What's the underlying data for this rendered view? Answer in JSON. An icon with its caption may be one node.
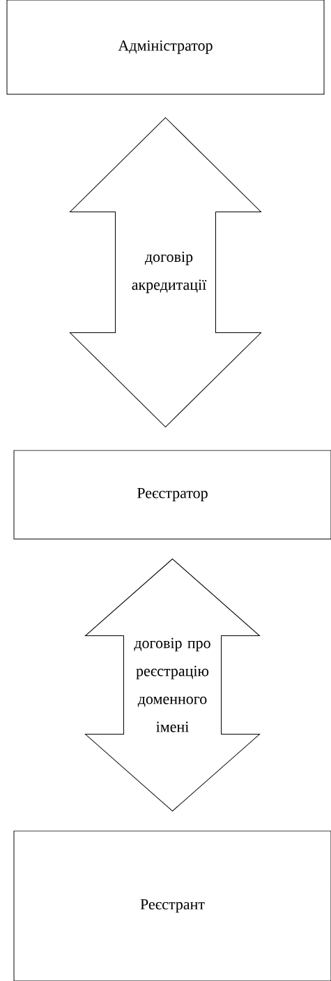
{
  "diagram": {
    "nodes": [
      {
        "text": [
          "Адміністратор"
        ]
      },
      {
        "text": [
          "Реєстратор"
        ]
      },
      {
        "text": [
          "Реєстрант"
        ]
      }
    ],
    "edges": [
      {
        "from": 0,
        "to": 1,
        "arrow": "both",
        "label": "договір акредитації"
      },
      {
        "from": 1,
        "to": 2,
        "arrow": "both",
        "label": "договір про реєстрацію доменного імені"
      }
    ]
  }
}
